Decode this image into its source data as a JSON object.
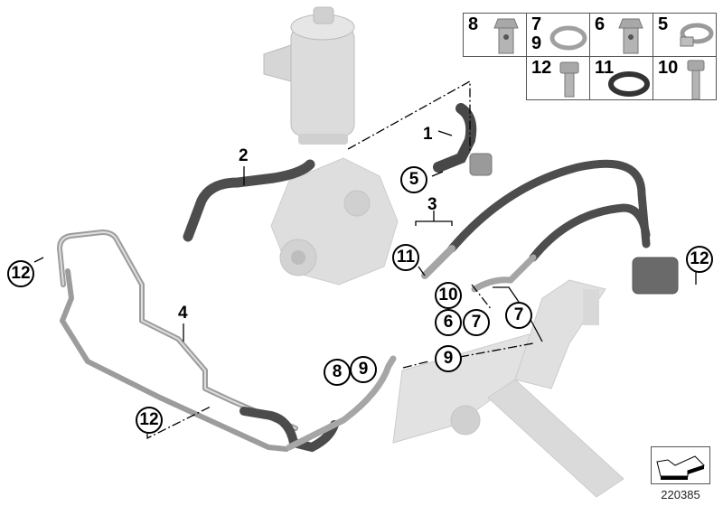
{
  "diagram": {
    "image_number": "220385",
    "parts_legend": [
      {
        "labels": [
          "8"
        ],
        "icon": "banjo-bolt-icon"
      },
      {
        "labels": [
          "7",
          "9"
        ],
        "icon": "sealing-ring-icon"
      },
      {
        "labels": [
          "6"
        ],
        "icon": "banjo-bolt-icon"
      },
      {
        "labels": [
          "5"
        ],
        "icon": "hose-clamp-icon"
      },
      {
        "labels": [
          "12"
        ],
        "icon": "hex-bolt-icon"
      },
      {
        "labels": [
          "11"
        ],
        "icon": "o-ring-icon"
      },
      {
        "labels": [
          "10"
        ],
        "icon": "hex-bolt-long-icon"
      }
    ],
    "callouts": [
      {
        "id": "c1",
        "label": "1",
        "circled": false
      },
      {
        "id": "c2",
        "label": "2",
        "circled": false
      },
      {
        "id": "c3",
        "label": "3",
        "circled": false
      },
      {
        "id": "c4",
        "label": "4",
        "circled": false
      },
      {
        "id": "c5",
        "label": "5",
        "circled": true
      },
      {
        "id": "c11",
        "label": "11",
        "circled": true
      },
      {
        "id": "c10",
        "label": "10",
        "circled": true
      },
      {
        "id": "c6",
        "label": "6",
        "circled": true
      },
      {
        "id": "c7a",
        "label": "7",
        "circled": true
      },
      {
        "id": "c7b",
        "label": "7",
        "circled": true
      },
      {
        "id": "c12a",
        "label": "12",
        "circled": true
      },
      {
        "id": "c12b",
        "label": "12",
        "circled": true
      },
      {
        "id": "c12c",
        "label": "12",
        "circled": true
      },
      {
        "id": "c8",
        "label": "8",
        "circled": true
      },
      {
        "id": "c9a",
        "label": "9",
        "circled": true
      },
      {
        "id": "c9b",
        "label": "9",
        "circled": true
      }
    ],
    "colors": {
      "part_light": "#d4d4d4",
      "part_mid": "#a9a9a9",
      "hose_dark": "#4a4a4a",
      "line": "#000000"
    }
  }
}
